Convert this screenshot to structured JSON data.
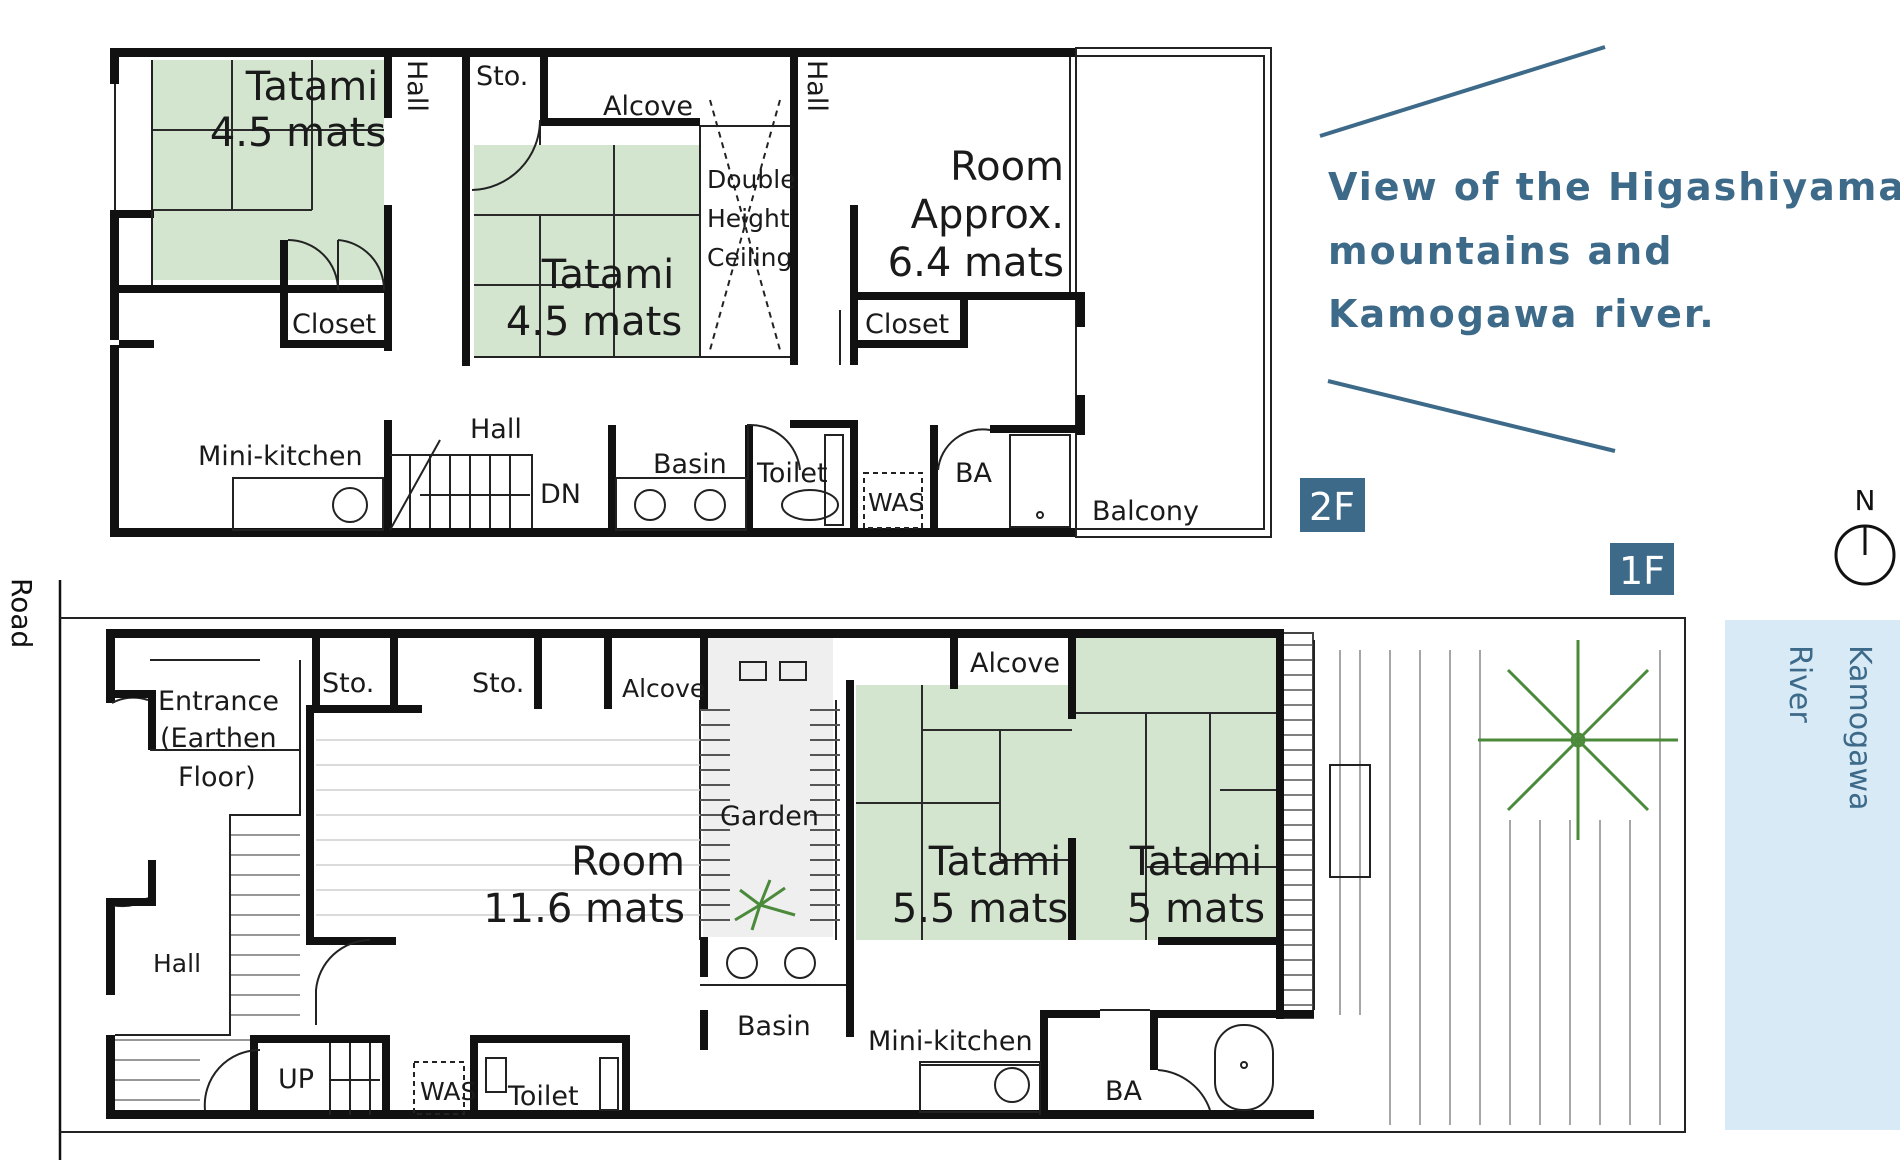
{
  "floor2": {
    "tag": "2F",
    "rooms": {
      "tatami_a_1": "Tatami",
      "tatami_a_2": "4.5 mats",
      "hall_v1": "Hall",
      "storage": "Sto.",
      "alcove": "Alcove",
      "hall_v2": "Hall",
      "double_1": "Double",
      "double_2": "Height",
      "double_3": "Ceiling",
      "tatami_b_1": "Tatami",
      "tatami_b_2": "4.5 mats",
      "room_1": "Room",
      "room_2": "Approx.",
      "room_3": "6.4 mats",
      "closet_a": "Closet",
      "closet_b": "Closet",
      "mini_kitchen": "Mini-kitchen",
      "hall": "Hall",
      "dn": "DN",
      "basin": "Basin",
      "toilet": "Toilet",
      "was": "WAS",
      "ba": "BA",
      "balcony": "Balcony"
    }
  },
  "floor1": {
    "tag": "1F",
    "rooms": {
      "entrance_1": "Entrance",
      "entrance_2": "(Earthen",
      "entrance_3": "Floor)",
      "sto_a": "Sto.",
      "sto_b": "Sto.",
      "alcove_a": "Alcove",
      "alcove_b": "Alcove",
      "garden": "Garden",
      "room_1": "Room",
      "room_2": "11.6 mats",
      "tatami_a_1": "Tatami",
      "tatami_a_2": "5.5 mats",
      "tatami_b_1": "Tatami",
      "tatami_b_2": "5 mats",
      "hall": "Hall",
      "basin": "Basin",
      "mini_kitchen": "Mini-kitchen",
      "up": "UP",
      "was": "WAS",
      "toilet": "Toilet",
      "ba": "BA"
    }
  },
  "view_note": {
    "line1": "View of the Higashiyama",
    "line2": "mountains and",
    "line3": "Kamogawa river."
  },
  "compass": {
    "north": "N"
  },
  "road": "Road",
  "river": {
    "line1": "Kamogawa",
    "line2": "River"
  },
  "colors": {
    "tatami": "#d3e5cf",
    "accent": "#3e6a8a",
    "river": "#d8eaf6",
    "wall": "#111111"
  }
}
